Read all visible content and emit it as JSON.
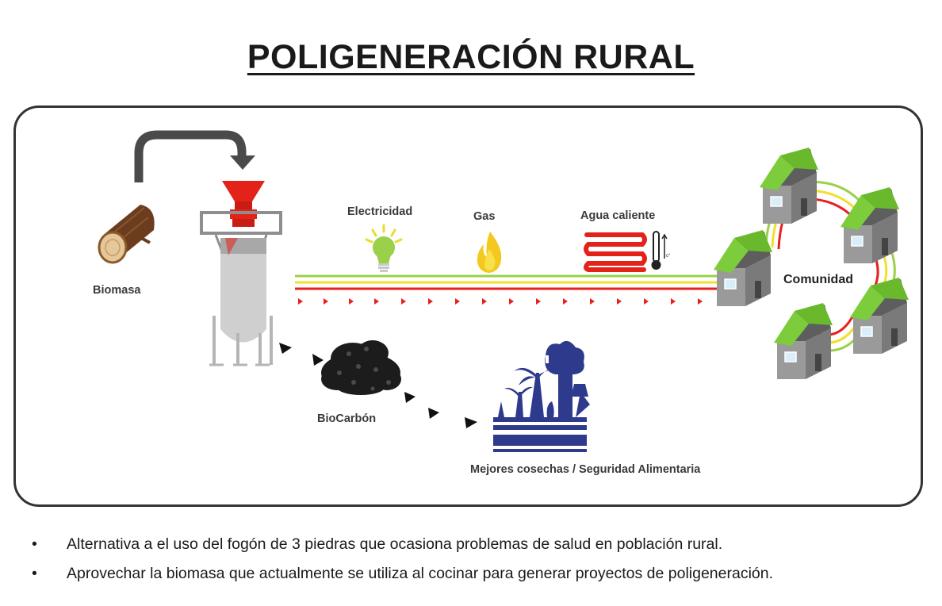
{
  "title": "POLIGENERACIÓN RURAL",
  "labels": {
    "biomasa": "Biomasa",
    "electricidad": "Electricidad",
    "gas": "Gas",
    "agua_caliente": "Agua caliente",
    "comunidad": "Comunidad",
    "biocarbon": "BioCarbón",
    "cosechas": "Mejores cosechas / Seguridad Alimentaria"
  },
  "bullets": [
    "Alternativa a el uso del fogón de 3 piedras que ocasiona problemas de salud en población rural.",
    "Aprovechar la biomasa que actualmente se utiliza al cocinar para generar proyectos de poligeneración."
  ],
  "colors": {
    "line_green": "#9bd04a",
    "line_yellow": "#f2e02a",
    "line_red": "#e8201e",
    "roof_green": "#7ccc3c",
    "house_grey": "#8a8a8a",
    "crop_blue": "#2e3a8c",
    "reactor_red": "#e3221a"
  }
}
